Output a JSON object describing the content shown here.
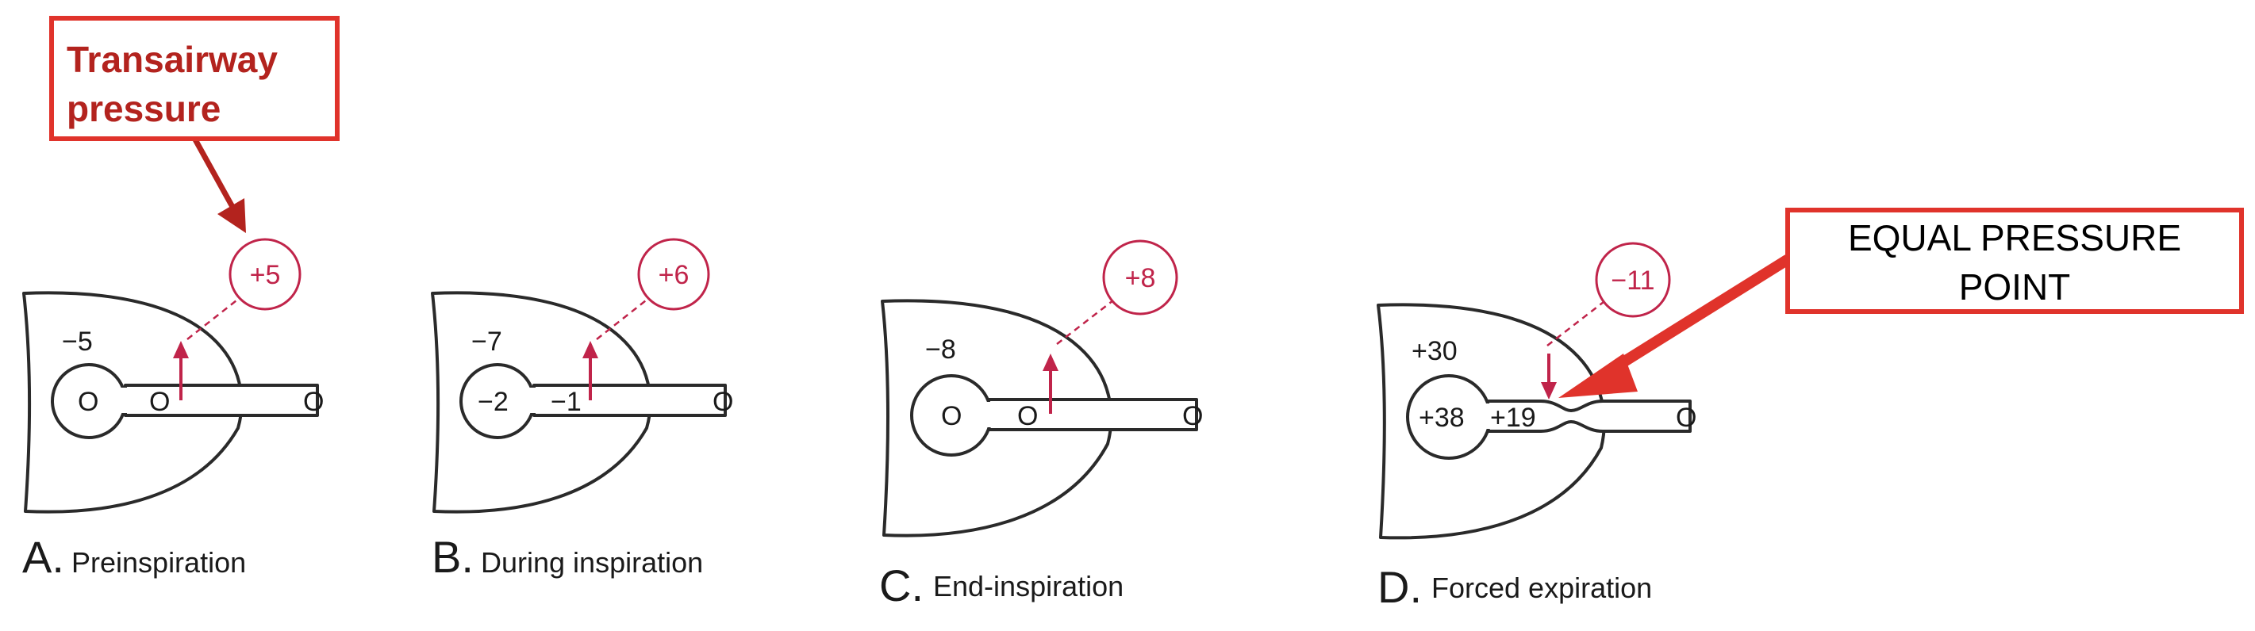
{
  "annotations": {
    "transairway_pressure": [
      "Transairway",
      "pressure"
    ],
    "equal_pressure_point": [
      "EQUAL PRESSURE",
      "POINT"
    ]
  },
  "panels": [
    {
      "letter": "A.",
      "caption": "Preinspiration",
      "pleural": "−5",
      "alveolar": "O",
      "airway": "O",
      "mouth": "O",
      "transairway": "+5"
    },
    {
      "letter": "B.",
      "caption": "During inspiration",
      "pleural": "−7",
      "alveolar": "−2",
      "airway": "−1",
      "mouth": "O",
      "transairway": "+6"
    },
    {
      "letter": "C.",
      "caption": "End-inspiration",
      "pleural": "−8",
      "alveolar": "O",
      "airway": "O",
      "mouth": "O",
      "transairway": "+8"
    },
    {
      "letter": "D.",
      "caption": "Forced expiration",
      "pleural": "+30",
      "alveolar": "+38",
      "airway": "+19",
      "mouth": "O",
      "transairway": "−11"
    }
  ],
  "colors": {
    "pressure_red": "#c0244a",
    "callout_border": "#e0332b",
    "callout_text": "#b3231e",
    "outline": "#2a2a2a"
  }
}
